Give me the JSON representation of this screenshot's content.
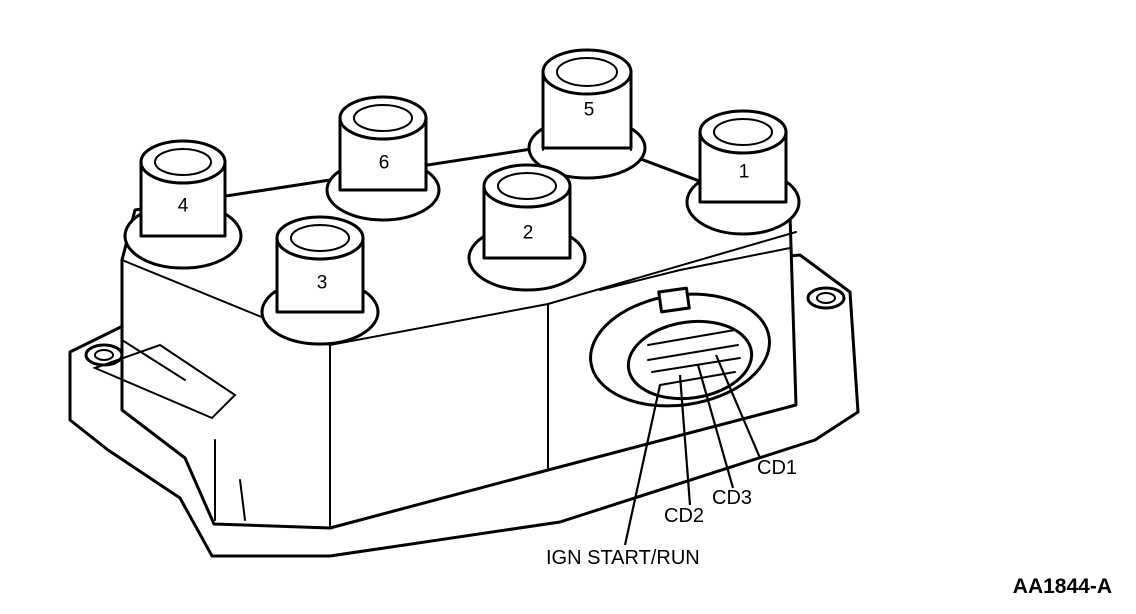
{
  "figure_code": "AA1844-A",
  "towers": [
    {
      "number": "5"
    },
    {
      "number": "6"
    },
    {
      "number": "4"
    },
    {
      "number": "1"
    },
    {
      "number": "2"
    },
    {
      "number": "3"
    }
  ],
  "connector_pins": {
    "cd1": "CD1",
    "cd3": "CD3",
    "cd2": "CD2",
    "ign": "IGN START/RUN"
  }
}
